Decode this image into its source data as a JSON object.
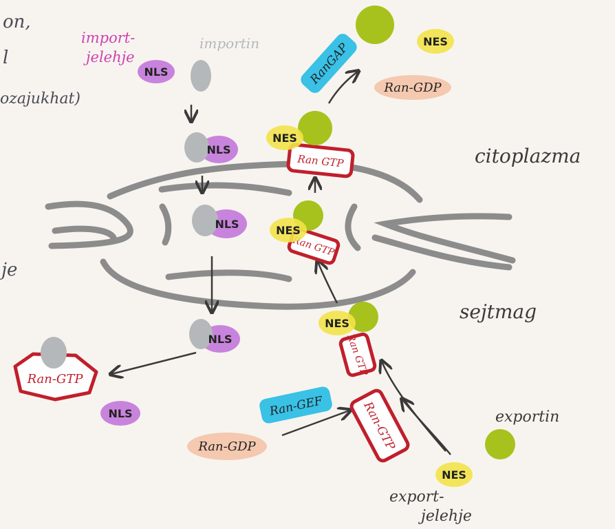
{
  "labels": {
    "left_fragments": [
      "on,",
      "l",
      "ozajukhat)",
      "je"
    ],
    "import_signal": [
      "import-",
      "jelehje"
    ],
    "importin": "importin",
    "cytoplasm": "citoplazma",
    "nucleus": "sejtmag",
    "exportin": "exportin",
    "export_signal": [
      "export-",
      "jelehje"
    ]
  },
  "tags": {
    "nls": "NLS",
    "nes": "NES",
    "ran_gtp": "Ran-GTP",
    "ran_gtp_small": "Ran GTP",
    "ran_gdp": "Ran-GDP",
    "ran_gap": "RanGAP",
    "ran_gef": "Ran-GEF"
  },
  "colors": {
    "nls": "#c070d8",
    "nes": "#f2e34a",
    "importin": "#b4b8bb",
    "exportin": "#a7c21c",
    "ran_gtp_outline": "#c01f2c",
    "ran_gdp": "#f4c9b0",
    "ran_gap": "#39c1e6",
    "ran_gef": "#39c1e6",
    "membrane": "#8c8c8c",
    "pen": "#3a3a3a",
    "import_label": "#d03fb0"
  }
}
